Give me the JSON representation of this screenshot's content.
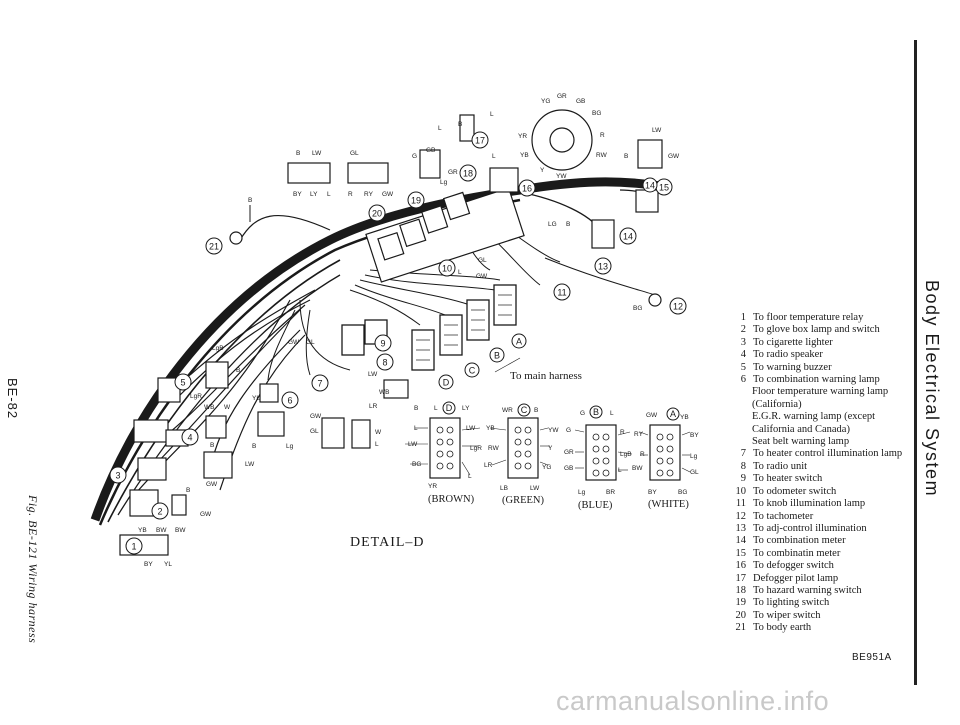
{
  "page_label": "BE-82",
  "figure_caption": "Fig. BE-121 Wiring harness",
  "section_title": "Body Electrical System",
  "detail_d_label": "DETAIL–D",
  "detail_14_label": "DETAIL–",
  "to_main_harness": "To main harness",
  "ref_code": "BE951A",
  "watermark": "carmanualsonline.info",
  "connector_colors": {
    "brown": "(BROWN)",
    "green": "(GREEN)",
    "blue": "(BLUE)",
    "white": "(WHITE)"
  },
  "connector_letters": [
    "A",
    "B",
    "C",
    "D"
  ],
  "callouts": [
    "1",
    "2",
    "3",
    "4",
    "5",
    "6",
    "7",
    "8",
    "9",
    "10",
    "11",
    "12",
    "13",
    "14",
    "15",
    "16",
    "17",
    "18",
    "19",
    "20",
    "21"
  ],
  "wire_codes": {
    "c1": [
      "YB",
      "BW",
      "BW",
      "BY",
      "YL"
    ],
    "c2": [
      "B",
      "GW"
    ],
    "c4": [
      "B",
      "GW",
      "LW"
    ],
    "c5": [
      "LgB",
      "LgR",
      "B",
      "WB",
      "W"
    ],
    "c6": [
      "YL",
      "B",
      "Lg"
    ],
    "c7": [
      "GW",
      "GL"
    ],
    "c8": [
      "LW"
    ],
    "c8b": [
      "GW",
      "GL",
      "W",
      "L"
    ],
    "top": [
      "B",
      "LW",
      "BY",
      "LY",
      "L",
      "GL",
      "R",
      "RY",
      "GW",
      "G",
      "GB",
      "Lg",
      "GR",
      "L",
      "B"
    ],
    "detail14": [
      "YG",
      "GR",
      "GB",
      "BG",
      "YR",
      "R",
      "YB",
      "RW",
      "Y",
      "YW",
      "L",
      "L"
    ],
    "c15": [
      "LW",
      "B",
      "GW"
    ],
    "mid": [
      "LG",
      "B",
      "GL",
      "GW",
      "BG",
      "L",
      "B"
    ],
    "det_a": [
      "GW",
      "YB",
      "BY",
      "Lg",
      "GL",
      "BY",
      "BG",
      "RY",
      "LgB",
      "R",
      "BW"
    ],
    "det_b": [
      "G",
      "L",
      "G",
      "R",
      "GR",
      "GB",
      "L",
      "Lg",
      "BR"
    ],
    "det_c": [
      "WR",
      "B",
      "YB",
      "YW",
      "Y",
      "YG",
      "LR",
      "LB",
      "LW"
    ],
    "det_d": [
      "L",
      "LY",
      "L",
      "LW",
      "LW",
      "LgR",
      "RW",
      "BG",
      "L",
      "YR"
    ],
    "det_lr": [
      "LR",
      "WB",
      "B"
    ]
  },
  "legend": [
    {
      "num": "1",
      "text": "To floor temperature relay"
    },
    {
      "num": "2",
      "text": "To glove box lamp and switch"
    },
    {
      "num": "3",
      "text": "To cigarette lighter"
    },
    {
      "num": "4",
      "text": "To radio speaker"
    },
    {
      "num": "5",
      "text": "To warning buzzer"
    },
    {
      "num": "6",
      "text": "To combination warning lamp"
    },
    {
      "num": "",
      "text": "Floor temperature warning lamp (California)"
    },
    {
      "num": "",
      "text": "E.G.R. warning lamp (except California and Canada)"
    },
    {
      "num": "",
      "text": "Seat belt warning lamp"
    },
    {
      "num": "7",
      "text": "To heater control illumination lamp"
    },
    {
      "num": "8",
      "text": "To radio unit"
    },
    {
      "num": "9",
      "text": "To heater switch"
    },
    {
      "num": "10",
      "text": "To odometer switch"
    },
    {
      "num": "11",
      "text": "To knob illumination lamp"
    },
    {
      "num": "12",
      "text": "To tachometer"
    },
    {
      "num": "13",
      "text": "To adj-control illumination"
    },
    {
      "num": "14",
      "text": "To combination meter"
    },
    {
      "num": "15",
      "text": "To combinatin meter"
    },
    {
      "num": "16",
      "text": "To defogger switch"
    },
    {
      "num": "17",
      "text": "Defogger pilot lamp"
    },
    {
      "num": "18",
      "text": "To hazard warning switch"
    },
    {
      "num": "19",
      "text": "To lighting switch"
    },
    {
      "num": "20",
      "text": "To wiper switch"
    },
    {
      "num": "21",
      "text": "To body earth"
    }
  ]
}
